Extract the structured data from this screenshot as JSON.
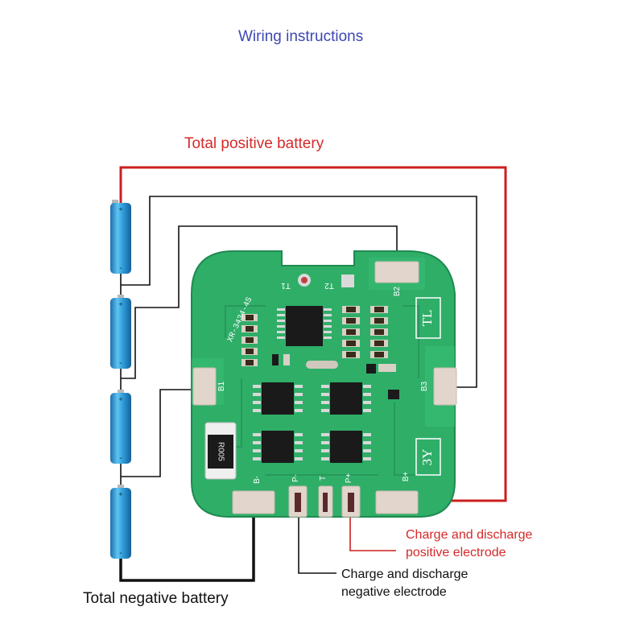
{
  "title": "Wiring instructions",
  "labels": {
    "total_positive": "Total positive battery",
    "total_negative": "Total negative battery",
    "charge_positive_line1": "Charge and discharge",
    "charge_positive_line2": "positive electrode",
    "charge_negative_line1": "Charge and discharge",
    "charge_negative_line2": "negative electrode"
  },
  "board": {
    "model": "XR-3434-4S",
    "shunt": "R005",
    "mark_tl": "TL",
    "mark_3y": "3Y",
    "pad_b1": "B1",
    "pad_b2": "B2",
    "pad_b3": "B3",
    "pad_bplus": "B+",
    "pad_bminus": "B-",
    "pad_pplus": "P+",
    "pad_pminus": "P-",
    "pad_t": "T",
    "t1": "T1",
    "t2": "T2"
  },
  "battery": {
    "plus": "+",
    "minus": "-"
  },
  "colors": {
    "positive_wire": "#cc1f1f",
    "signal_wire": "#111111",
    "pcb_green": "#2fae68",
    "battery_blue": "#2e9ed9",
    "title_blue": "#3d47b4"
  }
}
